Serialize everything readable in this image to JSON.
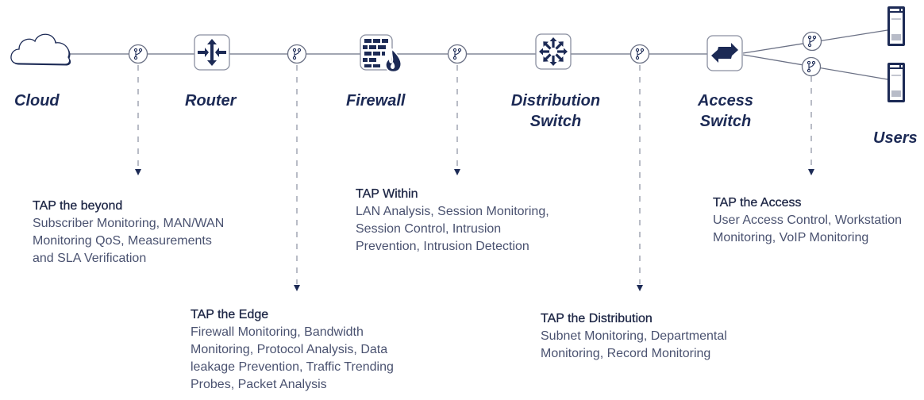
{
  "colors": {
    "navy": "#1c2a55",
    "line": "#6b7185",
    "box_border": "#8a8fa0",
    "text_title": "#1e2746",
    "text_desc": "#4a5270"
  },
  "nodes": [
    {
      "id": "cloud",
      "label": "Cloud",
      "icon": "cloud-icon"
    },
    {
      "id": "router",
      "label": "Router",
      "icon": "router-icon"
    },
    {
      "id": "firewall",
      "label": "Firewall",
      "icon": "firewall-icon"
    },
    {
      "id": "distribution_switch",
      "label": "Distribution\nSwitch",
      "label_lines": [
        "Distribution",
        "Switch"
      ],
      "icon": "distribution-switch-icon"
    },
    {
      "id": "access_switch",
      "label": "Access\nSwitch",
      "label_lines": [
        "Access",
        "Switch"
      ],
      "icon": "access-switch-icon"
    },
    {
      "id": "users",
      "label": "Users",
      "icon": "workstation-icon"
    }
  ],
  "taps": [
    {
      "title": "TAP the beyond",
      "description": "Subscriber Monitoring, MAN/WAN\nMonitoring QoS,  Measurements\nand SLA Verification"
    },
    {
      "title": "TAP the Edge",
      "description": "Firewall Monitoring, Bandwidth\nMonitoring, Protocol Analysis, Data\nleakage Prevention, Traffic Trending\nProbes, Packet Analysis"
    },
    {
      "title": "TAP Within",
      "description": "LAN Analysis, Session Monitoring,\nSession Control, Intrusion\nPrevention, Intrusion Detection"
    },
    {
      "title": "TAP the Distribution",
      "description": "Subnet Monitoring, Departmental\nMonitoring, Record Monitoring"
    },
    {
      "title": "TAP the Access",
      "description": "User Access Control, Workstation\nMonitoring, VoIP Monitoring"
    }
  ]
}
